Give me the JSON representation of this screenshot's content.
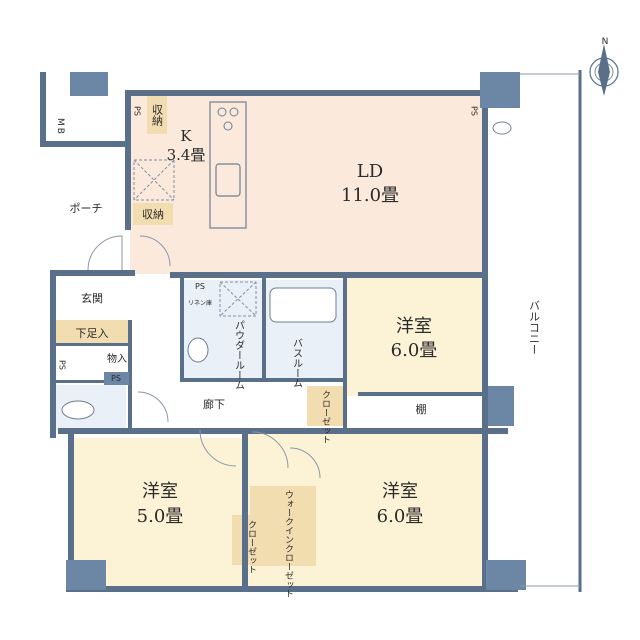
{
  "rooms": {
    "ld": {
      "name": "LD",
      "size": "11.0畳"
    },
    "kitchen": {
      "name": "K",
      "size": "3.4畳"
    },
    "western1": {
      "name": "洋室",
      "size": "6.0畳"
    },
    "western2": {
      "name": "洋室",
      "size": "5.0畳"
    },
    "western3": {
      "name": "洋室",
      "size": "6.0畳"
    }
  },
  "labels": {
    "mb": "MB",
    "porch": "ポーチ",
    "entrance": "玄関",
    "shoe_storage": "下足入",
    "storage_small": "物入",
    "storage": "収納",
    "ps": "PS",
    "linen": "リネン庫",
    "powder_room": "パウダールーム",
    "bath_room": "バスルーム",
    "hallway": "廊下",
    "closet": "クローゼット",
    "shelf": "棚",
    "walk_in_closet": "ウォークインクローゼット",
    "balcony": "バルコニー",
    "north": "N"
  },
  "colors": {
    "ld_floor": "#fbe9dc",
    "western_floor": "#fcf3d6",
    "closet_floor": "#f2ddb0",
    "wall": "#5a6f8a",
    "pillar": "#6c86a5",
    "wet_floor": "#eaf0f7"
  }
}
